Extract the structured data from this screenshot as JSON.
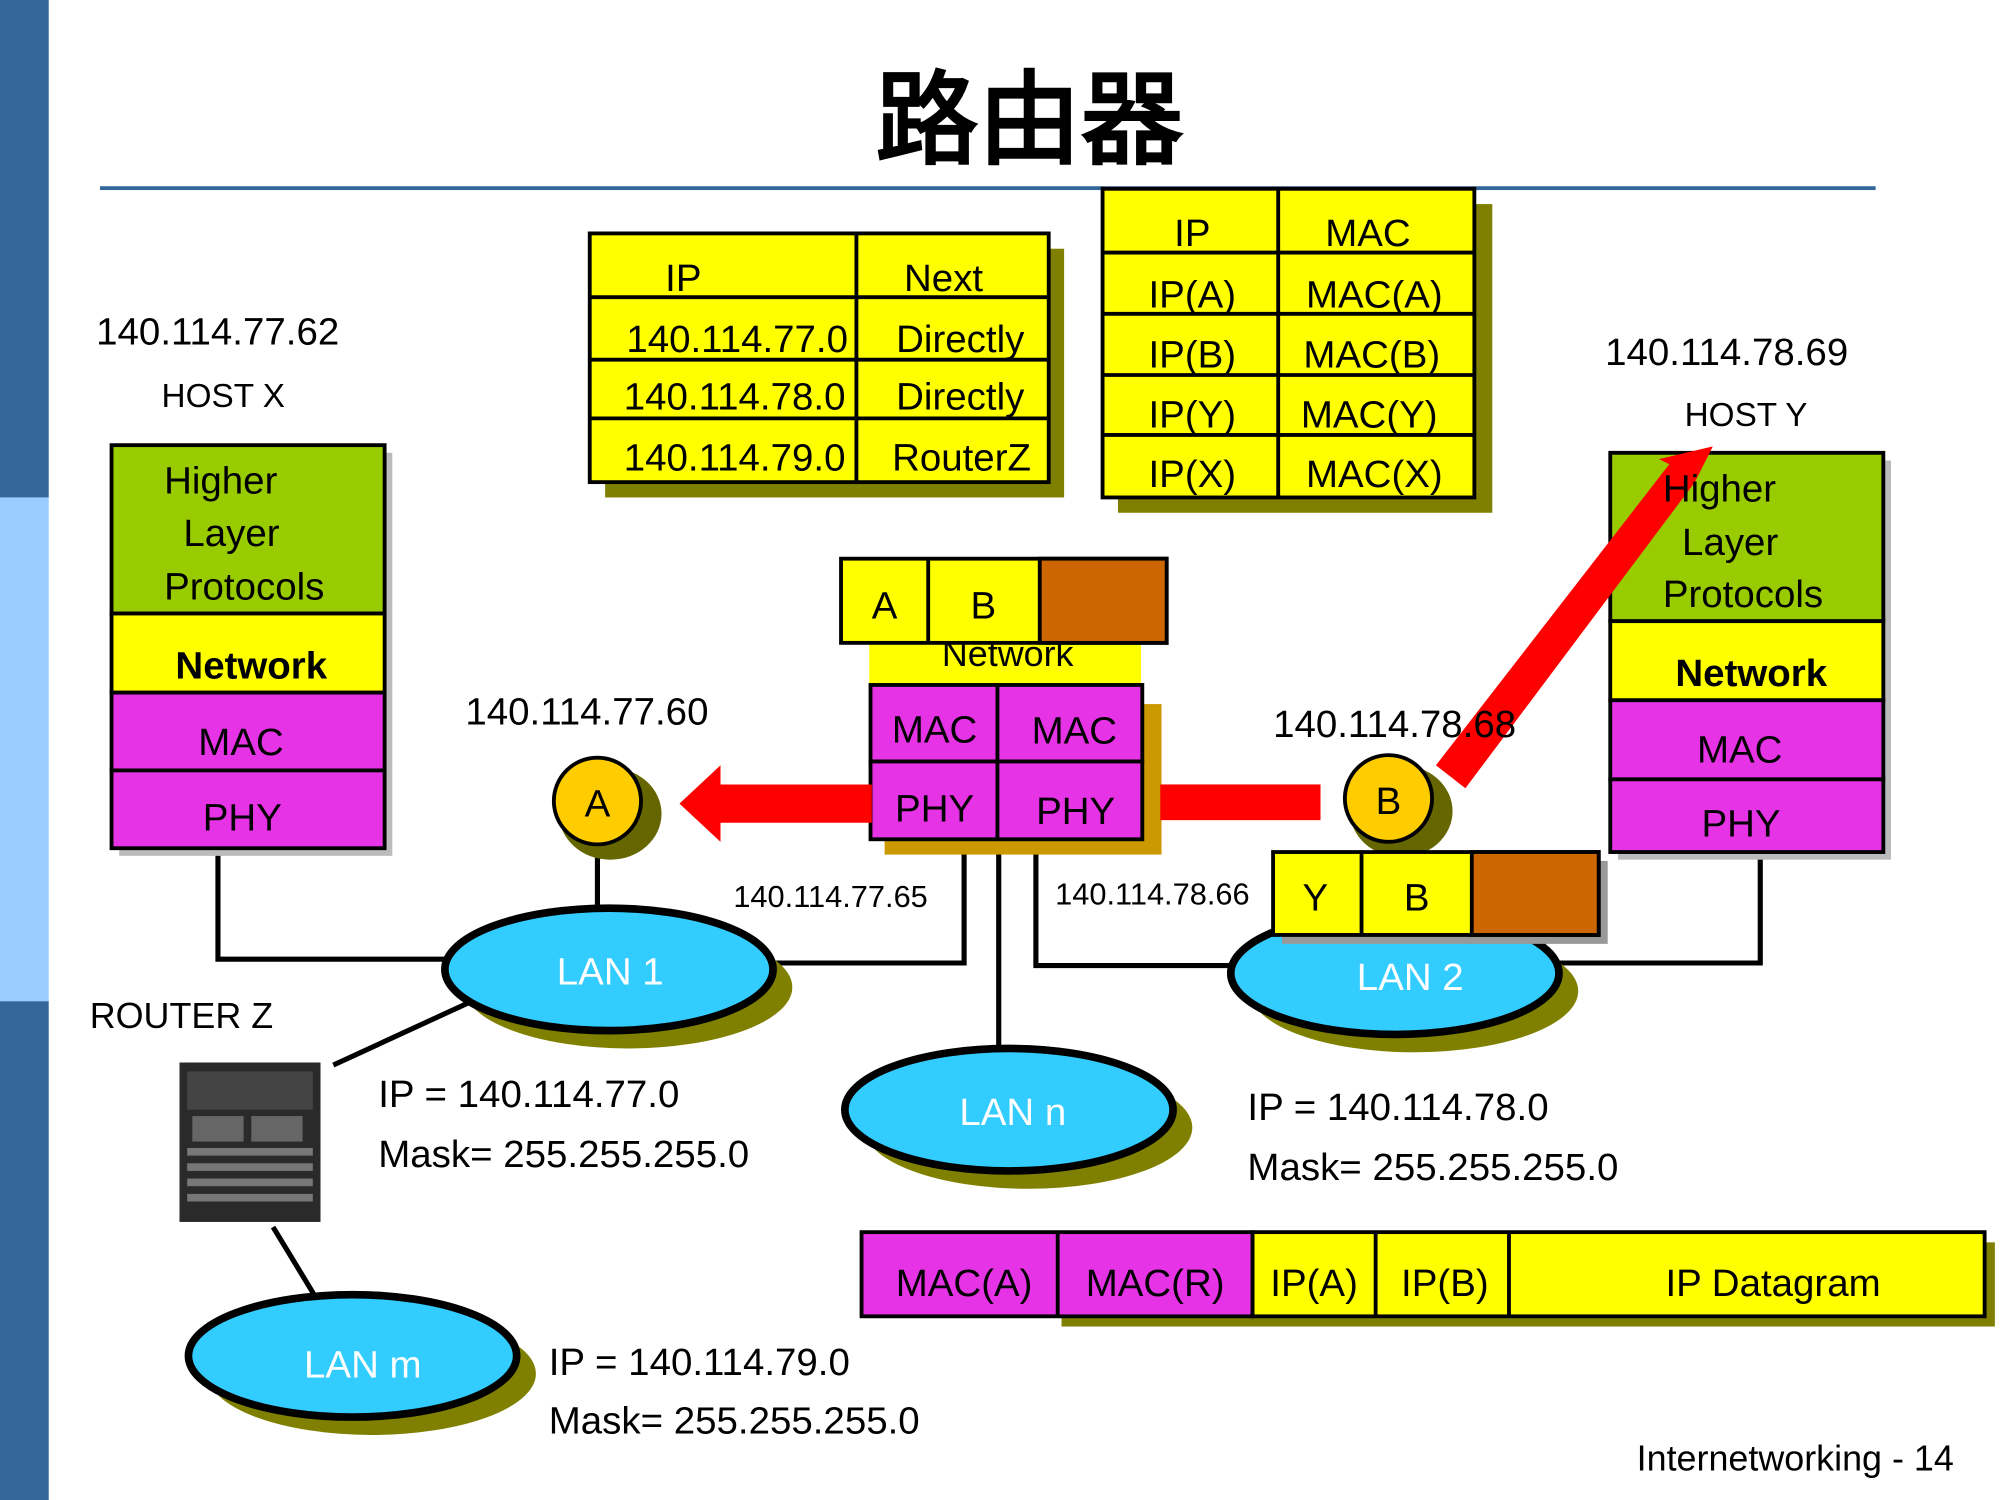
{
  "title": "路由器",
  "footer": "Internetworking - 14",
  "colors": {
    "sidebar_dark": "#336699",
    "sidebar_light": "#99ccff",
    "yellow": "#ffff00",
    "magenta": "#e633e6",
    "green": "#99cc00",
    "lan": "#33ccff",
    "node": "#ffcc00",
    "arrow": "#ff0000",
    "payload": "#cc6600",
    "shadow": "#808000"
  },
  "routing_table": {
    "headers": [
      "IP",
      "Next"
    ],
    "rows": [
      [
        "140.114.77.0",
        "Directly"
      ],
      [
        "140.114.78.0",
        "Directly"
      ],
      [
        "140.114.79.0",
        "RouterZ"
      ]
    ]
  },
  "arp_table": {
    "headers": [
      "IP",
      "MAC"
    ],
    "rows": [
      [
        "IP(A)",
        "MAC(A)"
      ],
      [
        "IP(B)",
        "MAC(B)"
      ],
      [
        "IP(Y)",
        "MAC(Y)"
      ],
      [
        "IP(X)",
        "MAC(X)"
      ]
    ]
  },
  "host_x": {
    "ip": "140.114.77.62",
    "name": "HOST X",
    "layers": [
      "Higher",
      "Layer",
      "Protocols",
      "Network",
      "MAC",
      "PHY"
    ]
  },
  "host_y": {
    "ip": "140.114.78.69",
    "name": "HOST Y",
    "layers": [
      "Higher",
      "Layer",
      "Protocols",
      "Network",
      "MAC",
      "PHY"
    ]
  },
  "router": {
    "packet": [
      "A",
      "B"
    ],
    "network": "Network",
    "mac": [
      "MAC",
      "MAC"
    ],
    "phy": [
      "PHY",
      "PHY"
    ],
    "port1_ip": "140.114.77.65",
    "port2_ip": "140.114.78.66"
  },
  "node_a": {
    "label": "A",
    "ip": "140.114.77.60"
  },
  "node_b": {
    "label": "B",
    "ip": "140.114.78.68"
  },
  "packet_2": [
    "Y",
    "B"
  ],
  "lans": {
    "lan1": "LAN 1",
    "lan2": "LAN 2",
    "lann": "LAN n",
    "lanm": "LAN m"
  },
  "router_z": "ROUTER Z",
  "nets": {
    "net77": {
      "ip": "IP = 140.114.77.0",
      "mask": "Mask= 255.255.255.0"
    },
    "net78": {
      "ip": "IP = 140.114.78.0",
      "mask": "Mask= 255.255.255.0"
    },
    "net79": {
      "ip": "IP = 140.114.79.0",
      "mask": "Mask= 255.255.255.0"
    }
  },
  "frame": [
    "MAC(A)",
    "MAC(R)",
    "IP(A)",
    "IP(B)",
    "IP Datagram"
  ]
}
